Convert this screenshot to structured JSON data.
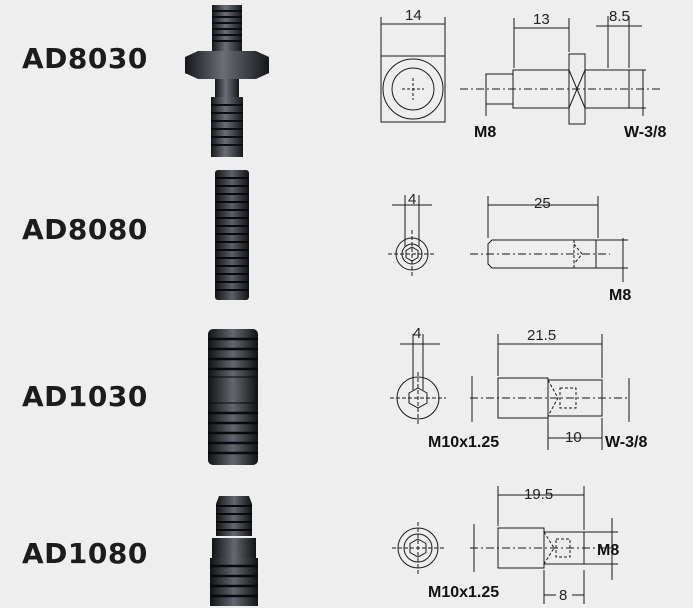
{
  "products": [
    {
      "code": "AD8030",
      "dims": [
        "14",
        "13",
        "8.5"
      ],
      "thread_left": "M8",
      "thread_right": "W-3/8"
    },
    {
      "code": "AD8080",
      "dims": [
        "4",
        "25"
      ],
      "thread_left": "",
      "thread_right": "M8"
    },
    {
      "code": "AD1030",
      "dims": [
        "4",
        "21.5",
        "10"
      ],
      "thread_left": "M10x1.25",
      "thread_right": "W-3/8"
    },
    {
      "code": "AD1080",
      "dims": [
        "19.5",
        "8"
      ],
      "thread_left": "M10x1.25",
      "thread_right": "M8"
    }
  ],
  "colors": {
    "background": "#eeeeee",
    "steel": "#2a2c30",
    "line": "#1a1a1a"
  }
}
